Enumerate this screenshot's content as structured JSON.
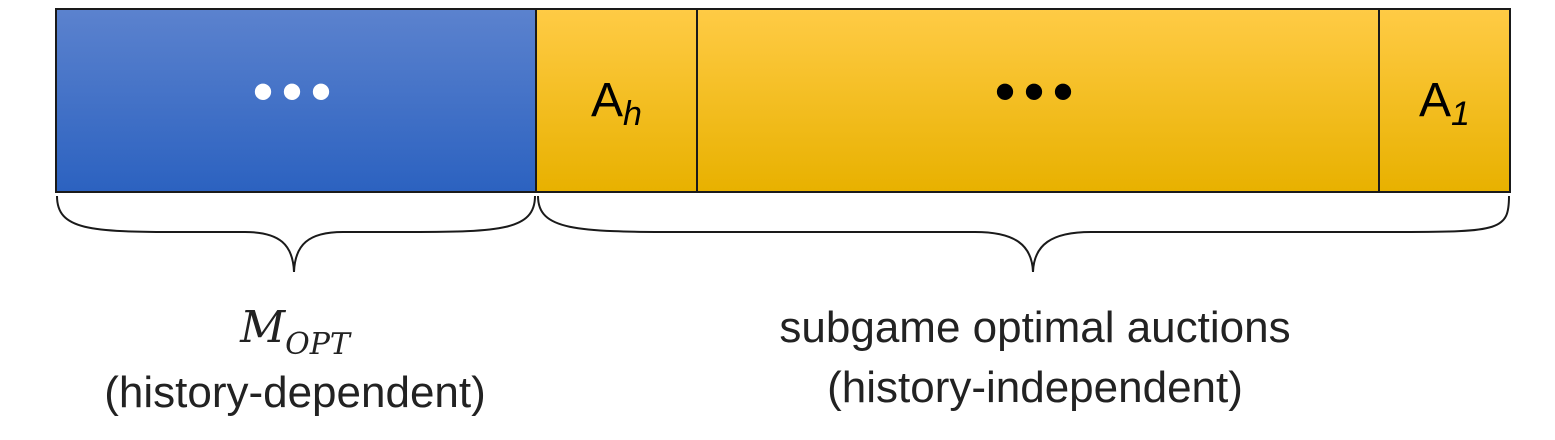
{
  "bar": {
    "left_segment": {
      "text": "•••",
      "color": "#2c62c0"
    },
    "segments": [
      {
        "base": "A",
        "subscript": "h"
      },
      {
        "text": "•••"
      },
      {
        "base": "A",
        "subscript": "1"
      }
    ],
    "gold_color": "#ffc000"
  },
  "labels": {
    "left": {
      "main": "M",
      "subscript": "OPT",
      "note": "(history-dependent)"
    },
    "right": {
      "main": "subgame optimal auctions",
      "note": "(history-independent)"
    }
  }
}
